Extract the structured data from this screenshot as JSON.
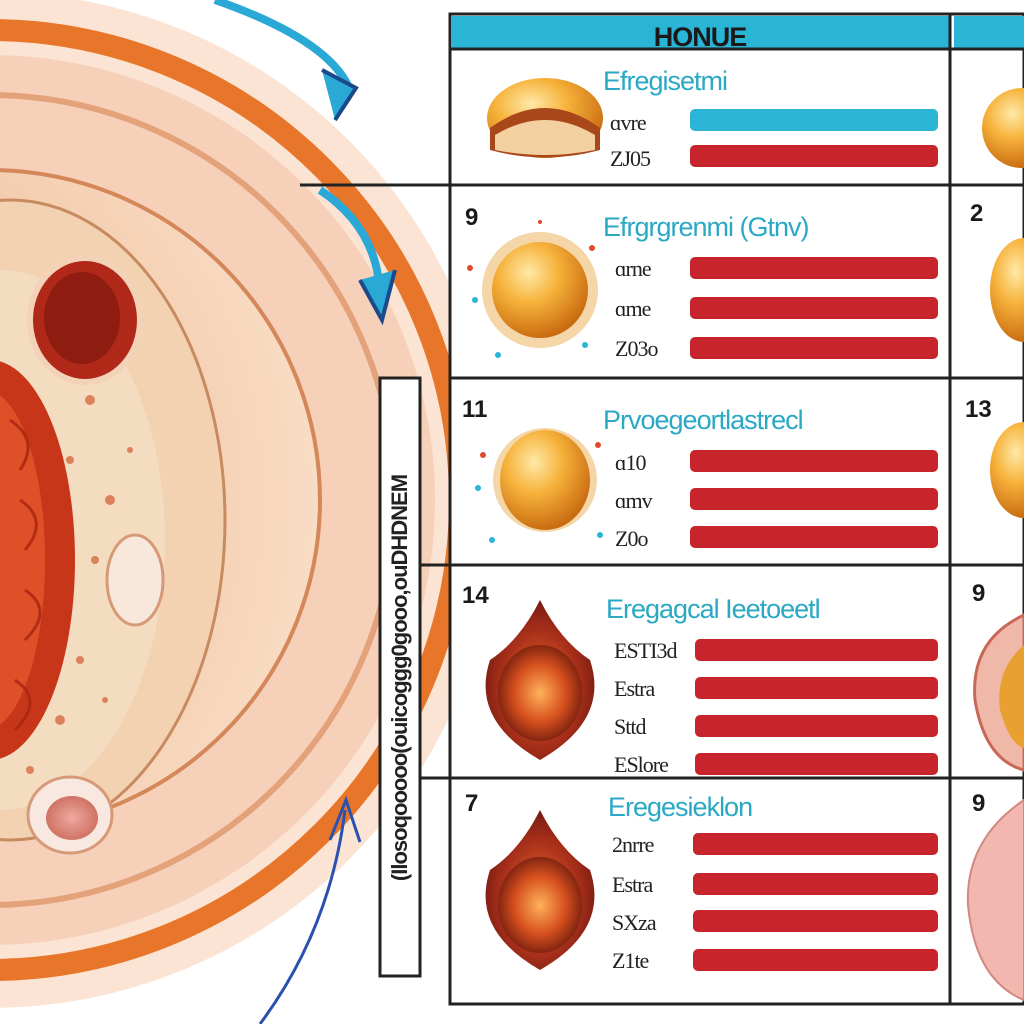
{
  "header": {
    "title": "HONUE"
  },
  "vertical_label": "(Ilosoqooooo(ouicoggg0gooo,ouDHDNEM",
  "rows": [
    {
      "number": "",
      "right_number": "",
      "title": "Efregisetmi",
      "bars": [
        {
          "label": "ɑvre",
          "color": "#2ab4d6"
        },
        {
          "label": "ZJ05",
          "color": "#c8242c"
        }
      ]
    },
    {
      "number": "9",
      "right_number": "2",
      "title": "Efrgrgrenmi (Gtnv)",
      "bars": [
        {
          "label": "ɑrne",
          "color": "#c8242c"
        },
        {
          "label": "ɑme",
          "color": "#c8242c"
        },
        {
          "label": "Z03o",
          "color": "#c8242c"
        }
      ]
    },
    {
      "number": "11",
      "right_number": "13",
      "title": "Prvoegeortlastrecl",
      "bars": [
        {
          "label": "ɑ10",
          "color": "#c8242c"
        },
        {
          "label": "ɑmv",
          "color": "#c8242c"
        },
        {
          "label": "Z0o",
          "color": "#c8242c"
        }
      ]
    },
    {
      "number": "14",
      "right_number": "9",
      "title": "Eregagcal Ieetoeetl",
      "bars": [
        {
          "label": "ESTI3d",
          "color": "#c8242c"
        },
        {
          "label": "Estra",
          "color": "#c8242c"
        },
        {
          "label": "Sttd",
          "color": "#c8242c"
        },
        {
          "label": "ESlore",
          "color": "#c8242c"
        }
      ]
    },
    {
      "number": "7",
      "right_number": "9",
      "title": "Eregesieklon",
      "bars": [
        {
          "label": "2nrre",
          "color": "#c8242c"
        },
        {
          "label": "Estra",
          "color": "#c8242c"
        },
        {
          "label": "SXza",
          "color": "#c8242c"
        },
        {
          "label": "Z1te",
          "color": "#c8242c"
        }
      ]
    }
  ],
  "colors": {
    "accent_cyan": "#2aa8c4",
    "bar_red": "#c8242c",
    "bar_cyan": "#2ab4d6",
    "ring_orange": "#e8762a"
  }
}
